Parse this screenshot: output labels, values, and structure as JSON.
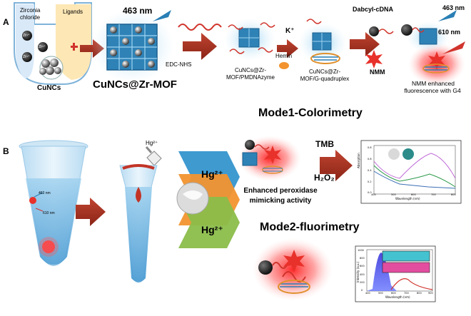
{
  "panelA": {
    "label": "A",
    "zirconia_label_1": "Zirconia",
    "zirconia_label_2": "chloride",
    "ligands_label": "Ligands",
    "zr_ion": "Zr⁴⁺",
    "cuncs_label": "CuNCs",
    "wavelength_excitation": "463 nm",
    "mof_label": "CuNCs@Zr-MOF",
    "coupling_label": "EDC-NHS",
    "pmdnazyme_label_1": "CuNCs@Zr-",
    "pmdnazyme_label_2": "MOF/PMDNAzyme",
    "potassium_label": "K⁺",
    "hemin_label": "Hemin",
    "gquad_label_1": "CuNCs@Zr-",
    "gquad_label_2": "MOF/G-quadruplex",
    "dabcyl_label": "Dabcyl-cDNA",
    "nmm_label": "NMM",
    "excitation_right": "463 nm",
    "emission_label": "610 nm",
    "nmm_result_1": "NMM enhanced",
    "nmm_result_2": "fluorescence with G4"
  },
  "panelB": {
    "label": "B",
    "hg_dropper_label": "Hg²⁺",
    "tube_exc_label": "463 nm",
    "tube_em_label": "610 nm",
    "hg_big_1": "Hg²⁺",
    "hg_big_2": "Hg²⁺",
    "mode1_title": "Mode1-Colorimetry",
    "tmb_label": "TMB",
    "h2o2_label": "H₂O₂",
    "peroxidase_1": "Enhanced peroxidase",
    "peroxidase_2": "mimicking activity",
    "mode2_title": "Mode2-fluorimetry",
    "uv_xlabel": "Wavelength (nm)",
    "uv_ylabel": "Absorption",
    "uv_xticks": [
      "400",
      "500",
      "600",
      "700",
      "800"
    ],
    "uv_yticks": [
      "0.0",
      "0.2",
      "0.4",
      "0.6",
      "0.8"
    ],
    "fl_xlabel": "Wavelength (nm)",
    "fl_ylabel": "Intensity (a.u.)",
    "fl_xticks": [
      "400",
      "500",
      "600",
      "700",
      "800",
      "900"
    ],
    "fl_yticks": [
      "0",
      "200",
      "400",
      "600",
      "800",
      "1000"
    ]
  },
  "colors": {
    "arrow": "#a3301f",
    "mof_blue": "#2f86b8",
    "dna_red": "#d0342c",
    "nmm_red": "#e8312a",
    "fluor_glow": "#ff2a2a",
    "orange": "#f2932f",
    "green": "#8bbd4a",
    "sky": "#6fbde8"
  }
}
